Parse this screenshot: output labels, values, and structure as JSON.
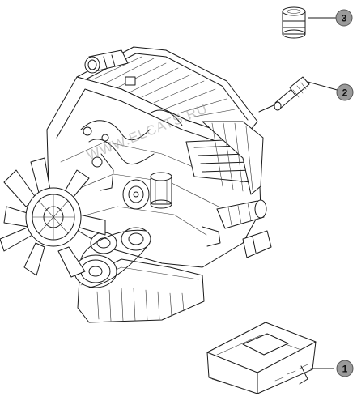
{
  "watermark": "WWW.ELCATS.RU",
  "callouts": [
    {
      "number": "1"
    },
    {
      "number": "2"
    },
    {
      "number": "3"
    }
  ],
  "colors": {
    "callout_fill": "#9a9a9a",
    "line": "#1a1a1a",
    "background": "#ffffff"
  }
}
